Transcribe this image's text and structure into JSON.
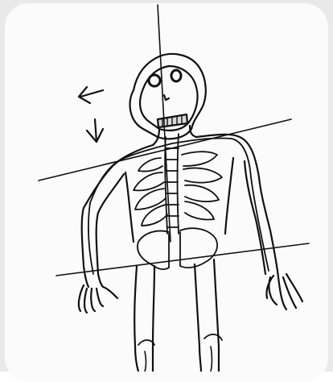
{
  "figure": {
    "subject": "skeleton",
    "ink_color": "#111111",
    "paper_color": "#fbfbfb",
    "background_color": "#e9e9e9",
    "arrows": [
      {
        "name": "arrow-left-icon",
        "direction": "left"
      },
      {
        "name": "arrow-down-icon",
        "direction": "down"
      }
    ],
    "reference_lines": [
      "vertical-midline",
      "shoulder-line",
      "hip-line"
    ]
  }
}
